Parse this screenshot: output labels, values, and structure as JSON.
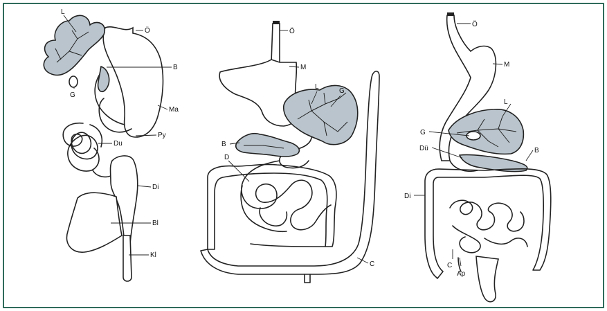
{
  "diagrams": [
    {
      "labels": {
        "L": "L",
        "O": "Ö",
        "B": "B",
        "G": "G",
        "Ma": "Ma",
        "Py": "Py",
        "Du": "Du",
        "Di": "Di",
        "Bl": "Bl",
        "Kl": "Kl"
      }
    },
    {
      "labels": {
        "O": "Ö",
        "M": "M",
        "L": "L",
        "G": "G",
        "B": "B",
        "D": "D",
        "C": "C"
      }
    },
    {
      "labels": {
        "O": "Ö",
        "M": "M",
        "L": "L",
        "G": "G",
        "Du": "Dü",
        "B": "B",
        "Di": "Di",
        "C": "C",
        "Ap": "Ap"
      }
    }
  ],
  "colors": {
    "frame": "#2f6b5a",
    "liver_shading": "#b9c4cc",
    "ink": "#222222"
  }
}
